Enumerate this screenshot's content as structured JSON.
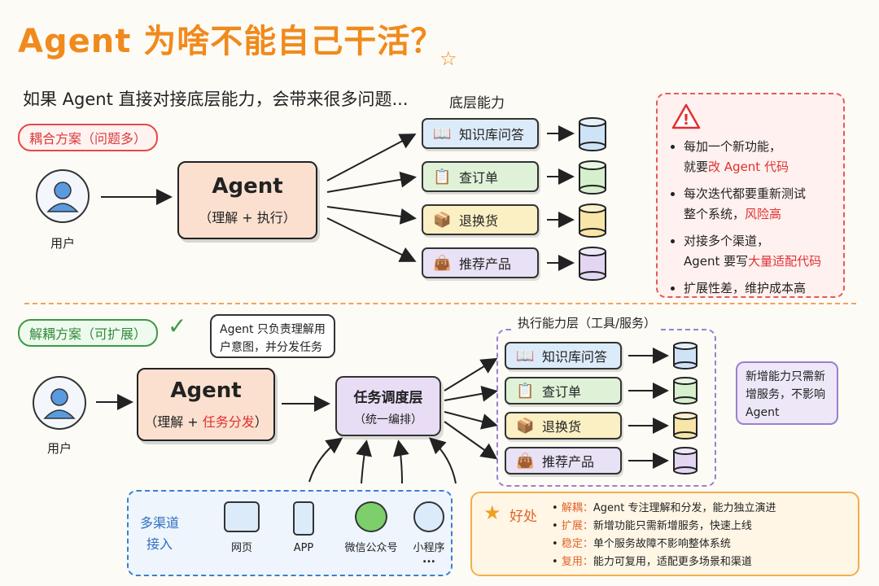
{
  "title": "Agent 为啥不能自己干活？",
  "subtitle": "如果 Agent 直接对接底层能力，会带来很多问题...",
  "coupled": {
    "tag": "耦合方案（问题多）",
    "user_label": "用户",
    "agent_title": "Agent",
    "agent_sub": "（理解 + 执行）",
    "caps_header": "底层能力",
    "caps": [
      "知识库问答",
      "查订单",
      "退换货",
      "推荐产品"
    ]
  },
  "problems": {
    "items": [
      [
        "每加一个新功能，",
        "就要",
        "改 Agent 代码",
        ""
      ],
      [
        "每次迭代都要重新测试",
        "整个系统，",
        "风险高",
        ""
      ],
      [
        "对接多个渠道，",
        "Agent 要写",
        "大量适配代码",
        ""
      ],
      [
        "扩展性差，维护成本高",
        "",
        "",
        ""
      ]
    ]
  },
  "decoupled": {
    "tag": "解耦方案（可扩展）",
    "check": "✓",
    "bubble": "Agent 只负责理解用户意图，并分发任务",
    "user_label": "用户",
    "agent_title": "Agent",
    "agent_sub_prefix": "（理解 + ",
    "agent_sub_hl": "任务分发",
    "agent_sub_suffix": "）",
    "sched_title": "任务调度层",
    "sched_sub": "（统一编排）",
    "exec_header": "执行能力层（工具/服务）",
    "caps": [
      "知识库问答",
      "查订单",
      "退换货",
      "推荐产品"
    ],
    "note": "新增能力只需新增服务，不影响 Agent"
  },
  "channels": {
    "label_line1": "多渠道",
    "label_line2": "接入",
    "items": [
      "网页",
      "APP",
      "微信公众号",
      "小程序"
    ],
    "more": "..."
  },
  "benefits": {
    "header": "好处",
    "items": [
      {
        "key": "解耦：",
        "text": "Agent 专注理解和分发，能力独立演进"
      },
      {
        "key": "扩展：",
        "text": "新增功能只需新增服务，快速上线"
      },
      {
        "key": "稳定：",
        "text": "单个服务故障不影响整体系统"
      },
      {
        "key": "复用：",
        "text": "能力可复用，适配更多场景和渠道"
      }
    ]
  }
}
